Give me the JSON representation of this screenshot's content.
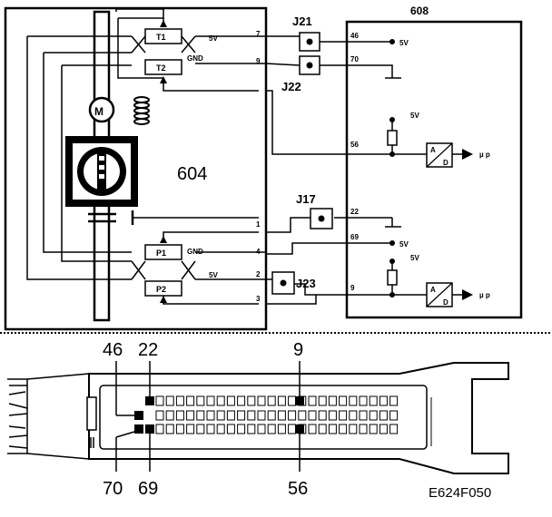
{
  "modules": {
    "left_block": "604",
    "right_block": "608"
  },
  "motor": "M",
  "sensors": {
    "t1": "T1",
    "t2": "T2",
    "p1": "P1",
    "p2": "P2"
  },
  "supply_labels": {
    "t_5v": "5V",
    "t_gnd": "GND",
    "p_gnd": "GND",
    "p_5v": "5V",
    "ecu_46": "5V",
    "ecu_5v_a": "5V",
    "ecu_69": "5V",
    "ecu_5v_b": "5V"
  },
  "junctions": {
    "j21": "J21",
    "j22": "J22",
    "j17": "J17",
    "j23": "J23"
  },
  "throttle_pins": {
    "p7": "7",
    "p9": "9",
    "p1": "1",
    "p4": "4",
    "p2": "2",
    "p3": "3"
  },
  "ecu_pins": {
    "p46": "46",
    "p70": "70",
    "p56": "56",
    "p22": "22",
    "p69": "69",
    "p9": "9"
  },
  "adc": {
    "a": "A",
    "d": "D",
    "a2": "A",
    "d2": "D",
    "out1": "µ p",
    "out2": "µ p"
  },
  "connector_labels": {
    "top": [
      "46",
      "22",
      "9"
    ],
    "bottom": [
      "70",
      "69",
      "56"
    ]
  },
  "figure_code": "E624F050"
}
